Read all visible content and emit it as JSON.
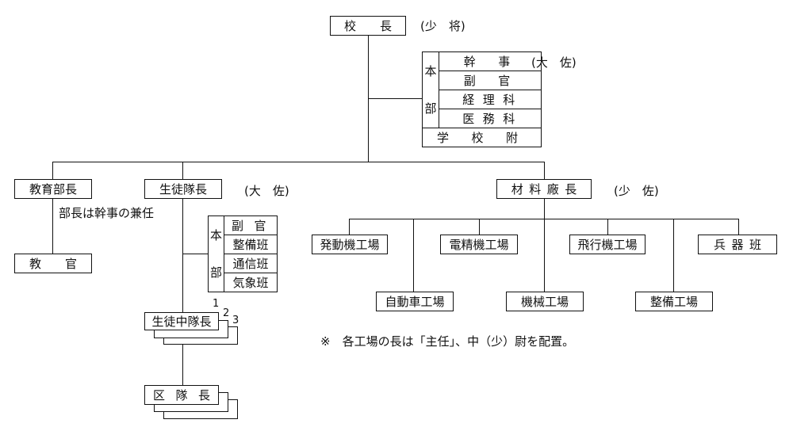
{
  "principal": {
    "label": "校長",
    "rank": "(少　将)"
  },
  "hq": {
    "side_top": "本",
    "side_bottom": "部",
    "rows": [
      "幹事",
      "副官",
      "経理科",
      "医務科"
    ],
    "school_attached": "学校附",
    "rank": "(大　佐)"
  },
  "education": {
    "label": "教育部長",
    "note": "部長は幹事の兼任",
    "instructor": "教官"
  },
  "cadet": {
    "label": "生徒隊長",
    "rank": "(大　佐)",
    "hq_side_top": "本",
    "hq_side_bottom": "部",
    "hq_rows": [
      "副官",
      "整備班",
      "通信班",
      "気象班"
    ],
    "company": "生徒中隊長",
    "company_numbers": [
      "1",
      "2",
      "3"
    ],
    "section": "区隊長"
  },
  "materiel": {
    "label": "材料廠長",
    "rank": "(少　佐)",
    "top_row": [
      "発動機工場",
      "電精機工場",
      "飛行機工場",
      "兵器班"
    ],
    "bottom_row": [
      "自動車工場",
      "機械工場",
      "整備工場"
    ],
    "footnote": "※　各工場の長は「主任」、中（少）尉を配置。"
  }
}
